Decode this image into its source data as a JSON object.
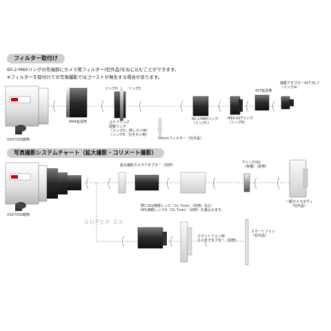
{
  "filter_section": {
    "title": "フィルター取付け",
    "note1": "60.2-M60リングの先端部にカメラ用フィルター(社外品)をねじ込むことができます。",
    "note2": "※フィルターを取付けての写真撮影ではゴーストが発生する場合があります。",
    "labels": {
      "camera": "VSD70SS鏡筒",
      "m84_tube": "M84延長筒",
      "square_ring": "スケアリング",
      "square_ring2": "調整リング",
      "ring_d": "（リングD：押しネジ用）",
      "ring_e": "（リングE：引きネジ用）",
      "ring_d_short": "リングD",
      "ring_e_short": "リングE",
      "filter": "58mmフィルター（社外品）",
      "ring_602_m60": "60.2-M60リング",
      "ring_c": "（リングC）",
      "m60_42t": "M60-42Tリング",
      "ring_b": "（リングB）",
      "t42_tube": "42T延長筒",
      "adapter_42t": "接眼アダプター42T-31.7",
      "ring_a": "（リングA）"
    }
  },
  "system_section": {
    "title": "写真撮影システムチャート（拡大撮影・コリメート撮影）",
    "labels": {
      "camera": "VSD70SS鏡筒",
      "magnify_adapter": "拡大撮影カメラアダプター（別売）",
      "t_ring": "Tリング(N)",
      "t_ring2": "（各種）（別売）",
      "dslr": "一眼カメラボディ",
      "dslr2": "（社外品）",
      "eyepiece_note1": "際にSLV接眼レンズ（31.7mm）（別売）及び、",
      "eyepiece_note2": "NPL接眼レンズ※（31.7mm）（別売）を差込みます。",
      "phone_adapter": "スマートフォン用",
      "phone_adapter2": "カメラアダプター（別売）",
      "smartphone": "スマートフォン",
      "smartphone2": "（社外品）"
    }
  },
  "watermark": "SUPER EX"
}
